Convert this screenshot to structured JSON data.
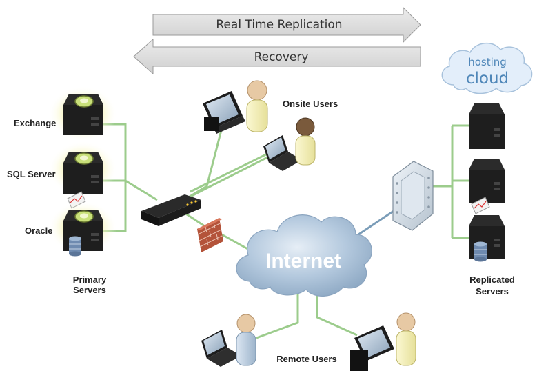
{
  "arrows": {
    "replication": "Real Time Replication",
    "recovery": "Recovery"
  },
  "cloud": {
    "line1": "hosting",
    "line2": "cloud"
  },
  "internet": "Internet",
  "primary": {
    "servers": [
      "Exchange",
      "SQL Server",
      "Oracle"
    ],
    "caption_line1": "Primary",
    "caption_line2": "Servers"
  },
  "onsite_users": "Onsite Users",
  "remote_users": "Remote Users",
  "replicated": {
    "caption_line1": "Replicated",
    "caption_line2": "Servers"
  },
  "colors": {
    "link_green": "#9ccc8c",
    "arrow_fill": "#dcdcdc",
    "server_black": "#1a1a1a",
    "glow_yellow": "#f6f4a8",
    "internet_cloud": "#b9cde0",
    "hosting_cloud": "#e3eefa"
  }
}
